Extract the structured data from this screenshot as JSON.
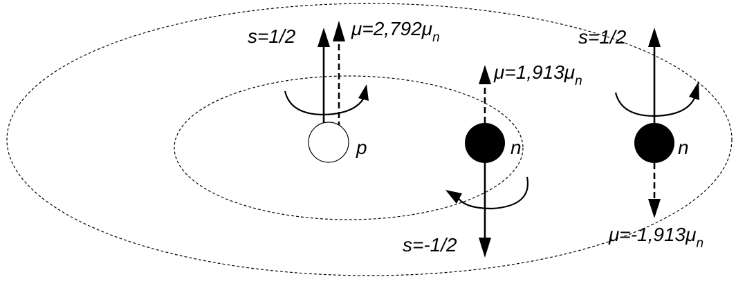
{
  "labels": {
    "proton": {
      "name": "p",
      "spin": "s=1/2",
      "moment_main": "μ=2,792μ",
      "moment_sub": "n"
    },
    "neutron_inner": {
      "name": "n",
      "spin": "s=-1/2",
      "moment_main": "μ=1,913μ",
      "moment_sub": "n"
    },
    "neutron_outer": {
      "name": "n",
      "spin": "s=1/2",
      "moment_main": "μ=-1,913μ",
      "moment_sub": "n"
    }
  },
  "colors": {
    "proton_fill": "#ffffff",
    "neutron_fill": "#000000",
    "stroke": "#000000"
  }
}
